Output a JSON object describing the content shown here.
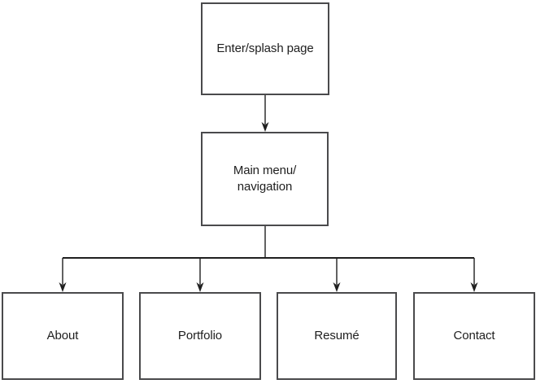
{
  "diagram": {
    "type": "sitemap-flowchart",
    "nodes": [
      {
        "id": "splash",
        "label": "Enter/splash page"
      },
      {
        "id": "main-menu",
        "label": "Main menu/\nnavigation"
      },
      {
        "id": "about",
        "label": "About"
      },
      {
        "id": "portfolio",
        "label": "Portfolio"
      },
      {
        "id": "resume",
        "label": "Resumé"
      },
      {
        "id": "contact",
        "label": "Contact"
      }
    ],
    "edges": [
      {
        "from": "splash",
        "to": "main-menu"
      },
      {
        "from": "main-menu",
        "to": "about"
      },
      {
        "from": "main-menu",
        "to": "portfolio"
      },
      {
        "from": "main-menu",
        "to": "resume"
      },
      {
        "from": "main-menu",
        "to": "contact"
      }
    ],
    "colors": {
      "background": "#ffffff",
      "box_fill": "#ffffff",
      "box_border": "#4a4a4c",
      "line": "#1f1f1f",
      "text": "#1e1e1e"
    }
  }
}
